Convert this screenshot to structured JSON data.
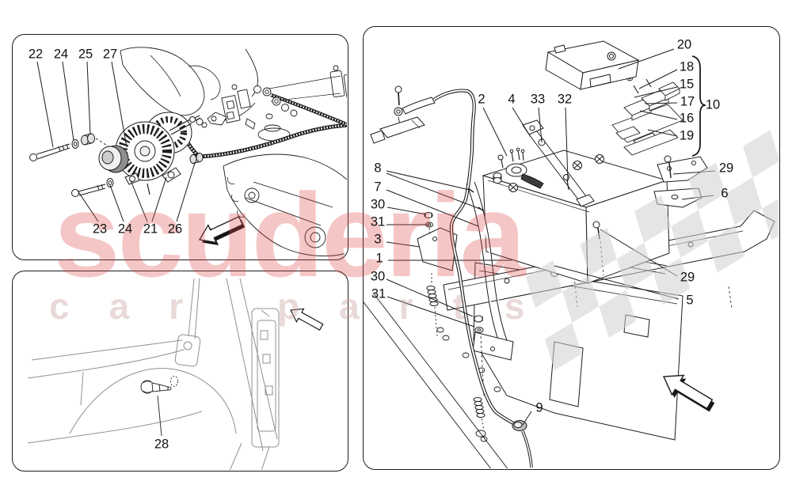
{
  "watermark": {
    "brand": "scuderia",
    "tagline": [
      "car",
      "parts"
    ]
  },
  "colors": {
    "ink": "#1c1c1c",
    "panel_b_ink": "#8f8f8f",
    "watermark_red": "#e04545",
    "watermark_pink": "#c79c9c",
    "flag_gray": "#cfcfcf"
  },
  "callouts": {
    "a_top": [
      "22",
      "24",
      "25",
      "27"
    ],
    "a_bottom": [
      "23",
      "24",
      "21",
      "26"
    ],
    "b": [
      "28"
    ],
    "c_top": [
      "2",
      "4",
      "33",
      "32"
    ],
    "c_right": [
      "20",
      "18",
      "15",
      "17",
      "16",
      "19"
    ],
    "c_group": [
      "10"
    ],
    "c_left": [
      "8",
      "7",
      "30",
      "31",
      "3",
      "1",
      "30",
      "31"
    ],
    "c_right_mid": [
      "29",
      "6"
    ],
    "c_right_low": [
      "29",
      "5"
    ],
    "c_bottom": [
      "9"
    ]
  }
}
